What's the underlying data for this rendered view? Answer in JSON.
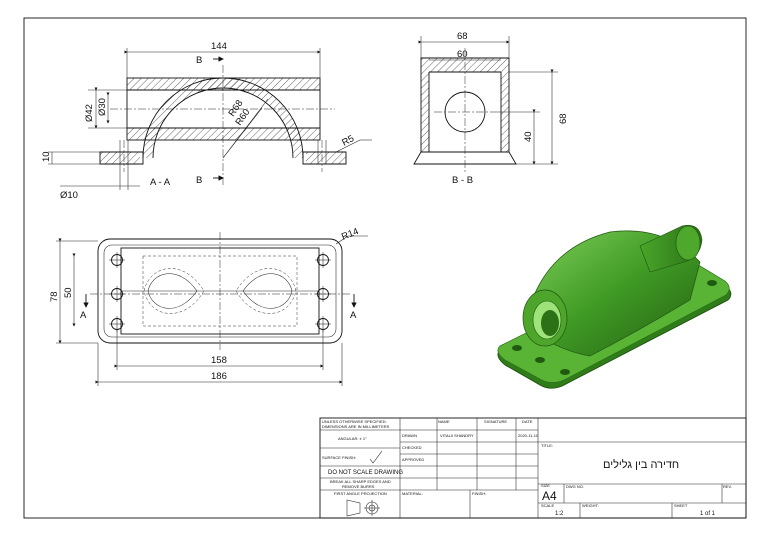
{
  "views": {
    "section_aa": {
      "label": "A - A",
      "section_mark_top": "B",
      "section_mark_bottom": "B",
      "dims": {
        "length_overall": "144",
        "dia_outer": "Ø42",
        "dia_inner": "Ø30",
        "base_thickness": "10",
        "hole_dia": "Ø10",
        "radius_outer": "R68",
        "radius_inner": "R60",
        "fillet_radius": "R5"
      }
    },
    "section_bb": {
      "label": "B - B",
      "dims": {
        "width_outer": "68",
        "width_inner": "60",
        "height_overall": "68",
        "axis_height": "40"
      }
    },
    "top": {
      "section_mark_left": "A",
      "section_mark_right": "A",
      "dims": {
        "width_overall": "78",
        "hole_spacing_y": "50",
        "hole_spacing_x": "158",
        "length_overall": "186",
        "corner_radius": "R14"
      }
    }
  },
  "title_block": {
    "notes": {
      "line1": "UNLESS OTHERWISE SPECIFIED:",
      "line2": "DIMENSIONS ARE IN MILLIMETERS",
      "angular": "ANGULAR: ± 1°",
      "surface_finish": "SURFACE FINISH:",
      "do_not_scale": "DO NOT SCALE DRAWING",
      "break_edges_1": "BREAK ALL SHARP EDGES AND",
      "break_edges_2": "REMOVE BURRS",
      "projection": "FIRST ANGLE PROJECTION"
    },
    "headers": {
      "name": "NAME",
      "signature": "SIGNATURE",
      "date": "DATE"
    },
    "rows": {
      "drawn": {
        "label": "DRAWN",
        "name": "VITALII SHANDRY",
        "date": "2020-11-10"
      },
      "checked": {
        "label": "CHECKED"
      },
      "approved": {
        "label": "APPROVED"
      }
    },
    "material_label": "MATERIAL:",
    "finish_label": "FINISH:",
    "title_label": "TITLE:",
    "title": "חדירה בין גלילים",
    "dwg_no_label": "DWG NO.",
    "rev_label": "REV.",
    "size_label": "SIZE",
    "size": "A4",
    "scale_label": "SCALE",
    "scale": "1:2",
    "weight_label": "WEIGHT:",
    "sheet_label": "SHEET",
    "sheet": "1 of 1"
  },
  "model_color": "#4fa82c"
}
